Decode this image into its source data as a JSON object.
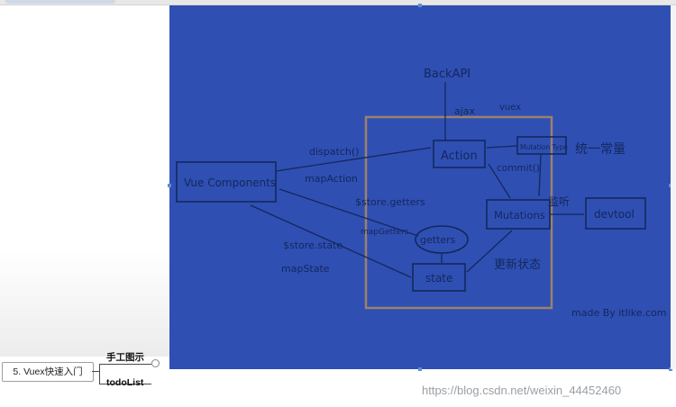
{
  "diagram": {
    "labels": {
      "backapi": "BackAPI",
      "ajax": "ajax",
      "vuex": "vuex",
      "action": "Action",
      "mutation_type": "Mutation Type",
      "constant": "统一常量",
      "commit": "commit()",
      "dispatch": "dispatch()",
      "map_action": "mapAction",
      "vue_components": "Vue Components",
      "store_getters": "$store.getters",
      "map_getters": "mapGetters",
      "mutations": "Mutations",
      "listen": "监听",
      "devtool": "devtool",
      "getters": "getters",
      "store_state": "$store.state",
      "map_state": "mapState",
      "update_state": "更新状态",
      "state": "state",
      "made_by": "made By itlike.com"
    }
  },
  "mindmap": {
    "root": "5. Vuex快速入门",
    "children": [
      "手工图示",
      "todoList"
    ]
  },
  "watermark": "https://blog.csdn.net/weixin_44452460",
  "colors": {
    "board_blue": "#2f4fb3",
    "ink": "#13285c"
  }
}
